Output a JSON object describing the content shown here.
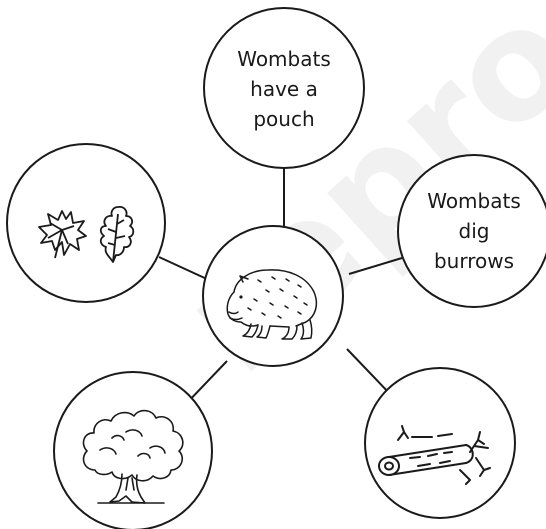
{
  "watermark": {
    "text": "repro"
  },
  "center": {
    "picture": "wombat drawing"
  },
  "nodes": [
    {
      "key": "top",
      "lines": [
        "Wombats",
        "have a",
        "pouch"
      ]
    },
    {
      "key": "right",
      "lines": [
        "Wombats",
        "dig",
        "burrows"
      ]
    },
    {
      "key": "left",
      "picture": "leaves drawing"
    },
    {
      "key": "bottom-left",
      "picture": "tree drawing"
    },
    {
      "key": "bottom-right",
      "picture": "log drawing"
    }
  ],
  "colors": {
    "stroke": "#1a1a1a",
    "watermark": "#f2f2f2",
    "background": "#ffffff"
  }
}
